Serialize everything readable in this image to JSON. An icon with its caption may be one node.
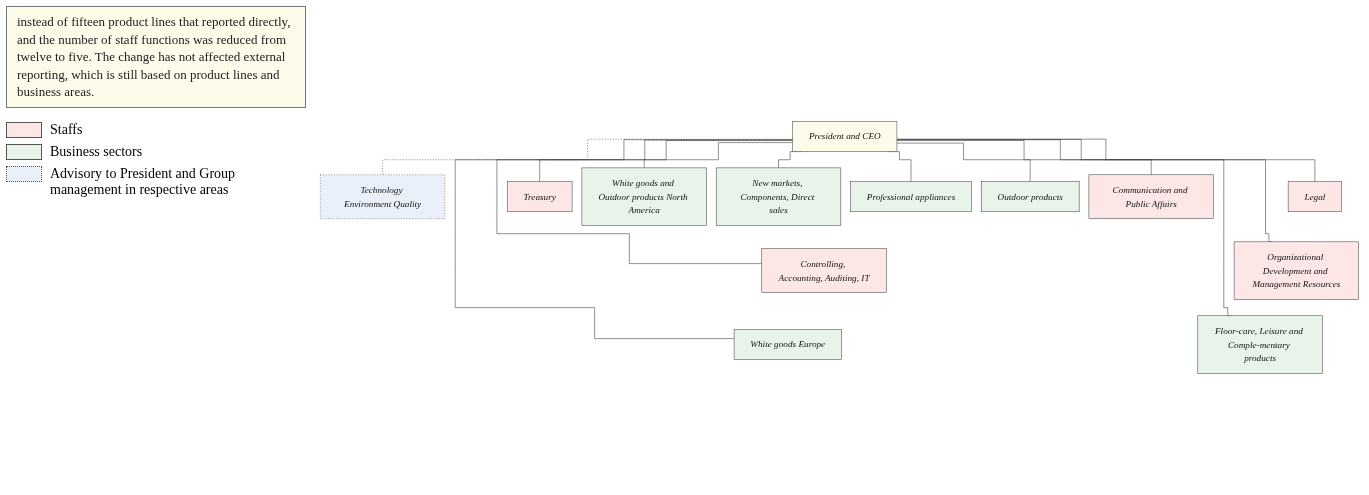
{
  "diagram": {
    "nodes": [
      {
        "text": [
          "President and CEO"
        ]
      },
      {
        "text": [
          "Technology Environment Quality"
        ]
      },
      {
        "text": [
          "Communication and Public Affairs"
        ]
      },
      {
        "text": [
          "Legal"
        ]
      },
      {
        "text": [
          "Controlling, Accounting, Auditing, IT"
        ]
      },
      {
        "text": [
          "Treasury"
        ]
      },
      {
        "text": [
          "Organizational Development and Management Resources"
        ]
      },
      {
        "text": [
          "White goods Europe"
        ]
      },
      {
        "text": [
          "White goods and Outdoor products North America"
        ]
      },
      {
        "text": [
          "New markets, Components, Direct sales"
        ]
      },
      {
        "text": [
          "Professional appliances"
        ]
      },
      {
        "text": [
          "Outdoor products"
        ]
      },
      {
        "text": [
          "Floor-care, Leisure and Comple-mentary products"
        ]
      }
    ],
    "edges": [
      {
        "from": 0,
        "to": 1,
        "arrow": "none",
        "style": "dashed"
      },
      {
        "from": 0,
        "to": 2,
        "arrow": "none"
      },
      {
        "from": 0,
        "to": 3,
        "arrow": "none"
      },
      {
        "from": 0,
        "to": 4,
        "arrow": "none"
      },
      {
        "from": 0,
        "to": 5,
        "arrow": "none"
      },
      {
        "from": 0,
        "to": 6,
        "arrow": "none"
      },
      {
        "from": 0,
        "to": 7,
        "arrow": "none"
      },
      {
        "from": 0,
        "to": 8,
        "arrow": "none"
      },
      {
        "from": 0,
        "to": 9,
        "arrow": "none"
      },
      {
        "from": 0,
        "to": 10,
        "arrow": "none"
      },
      {
        "from": 0,
        "to": 11,
        "arrow": "none"
      },
      {
        "from": 0,
        "to": 12,
        "arrow": "none"
      }
    ],
    "labels": [
      "instead of fifteen product lines that reported directly, and the number of staff functions was reduced from twelve to five. The change has not affected external reporting, which is still based on product lines and business areas."
    ],
    "legend": [
      {
        "text": "Staffs",
        "color": "#fce6e6"
      },
      {
        "text": "Business sectors",
        "color": "#e8f3ea"
      },
      {
        "text": "Advisory to President and Group management in respective areas",
        "color": "#e9f0f9"
      }
    ]
  }
}
